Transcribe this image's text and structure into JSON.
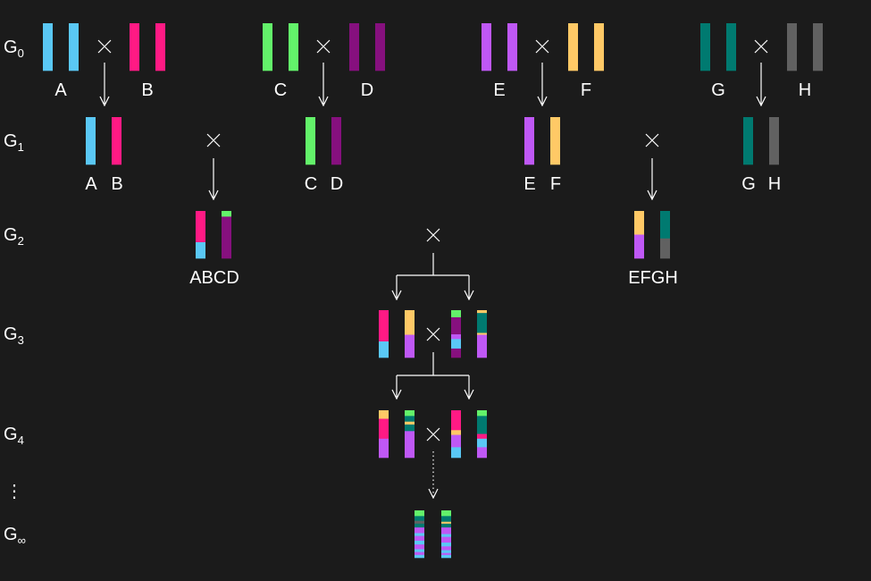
{
  "colors": {
    "background": "#1b1b1b",
    "A": "#5ac8f5",
    "B": "#ff1a84",
    "C": "#63f26a",
    "D": "#86107e",
    "E": "#bf58f5",
    "F": "#ffc966",
    "G": "#007a70",
    "H": "#616161",
    "ink": "#ffffff"
  },
  "generations": [
    {
      "base": "G",
      "sub": "0"
    },
    {
      "base": "G",
      "sub": "1"
    },
    {
      "base": "G",
      "sub": "2"
    },
    {
      "base": "G",
      "sub": "3"
    },
    {
      "base": "G",
      "sub": "4"
    },
    {
      "base": "G",
      "sub": "∞"
    }
  ],
  "ellipsis": "⋮",
  "cross_symbol": "×",
  "g0_labels": [
    "A",
    "B",
    "C",
    "D",
    "E",
    "F",
    "G",
    "H"
  ],
  "g1_labels": [
    "A",
    "B",
    "C",
    "D",
    "E",
    "F",
    "G",
    "H"
  ],
  "g2_labels": [
    "ABCD",
    "EFGH"
  ]
}
